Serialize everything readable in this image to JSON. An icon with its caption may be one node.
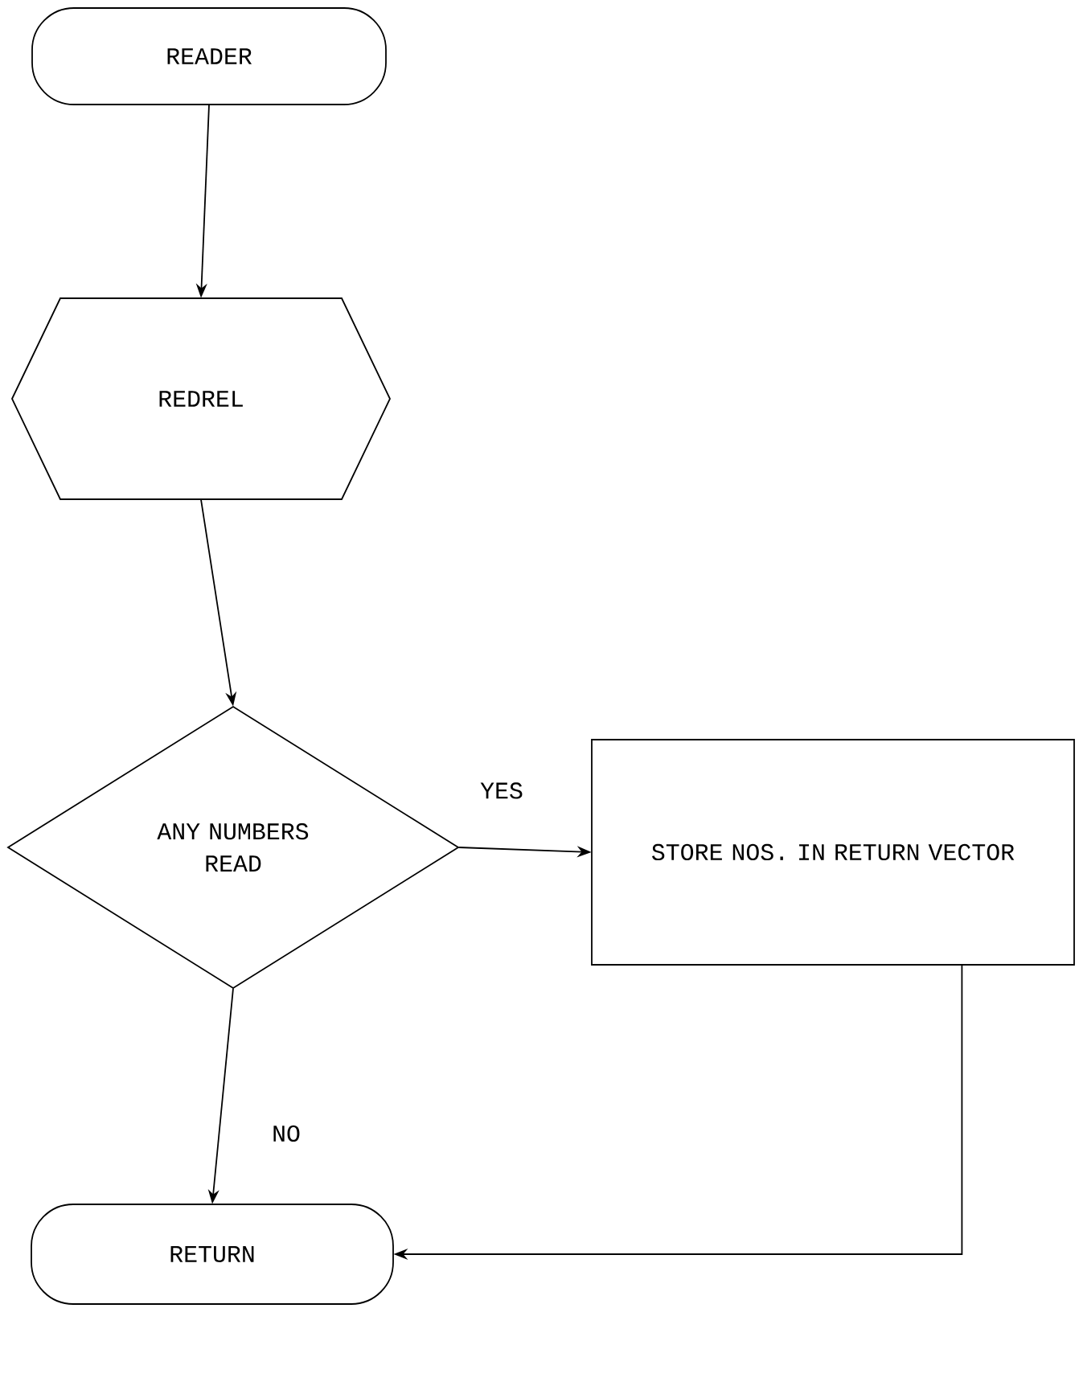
{
  "diagram": {
    "nodes": [
      {
        "text": [
          "READER"
        ]
      },
      {
        "text": [
          "REDREL"
        ]
      },
      {
        "text": [
          "ANY NUMBERS READ"
        ]
      },
      {
        "text": [
          "STORE NOS. IN RETURN VECTOR"
        ]
      },
      {
        "text": [
          "RETURN"
        ]
      }
    ],
    "edges": [
      {
        "from": 0,
        "to": 1,
        "arrow": "to"
      },
      {
        "from": 1,
        "to": 2,
        "arrow": "to"
      },
      {
        "from": 2,
        "to": 3,
        "arrow": "to",
        "label": "YES"
      },
      {
        "from": 2,
        "to": 4,
        "arrow": "to",
        "label": "NO"
      },
      {
        "from": 3,
        "to": 4,
        "arrow": "to"
      }
    ]
  }
}
